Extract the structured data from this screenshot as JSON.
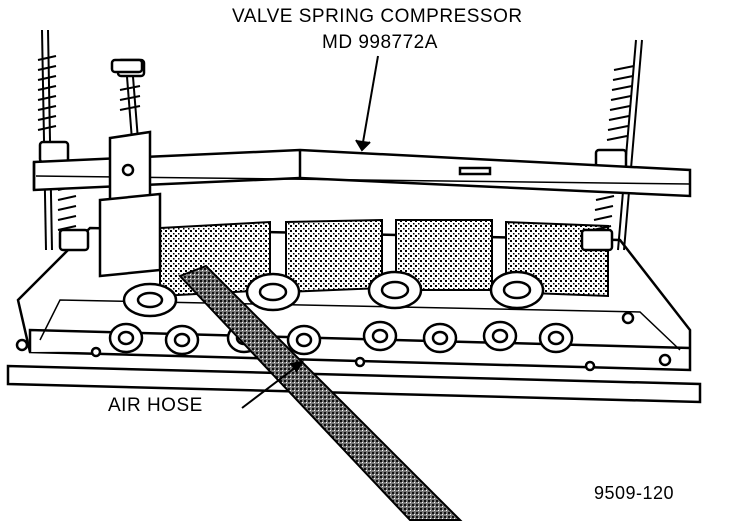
{
  "callouts": {
    "compressor_line1": "VALVE SPRING COMPRESSOR",
    "compressor_line2": "MD 998772A",
    "air_hose": "AIR HOSE"
  },
  "figure_number": "9509-120",
  "colors": {
    "ink": "#000000",
    "paper": "#ffffff",
    "hose_fill": "#5a5a5a"
  }
}
